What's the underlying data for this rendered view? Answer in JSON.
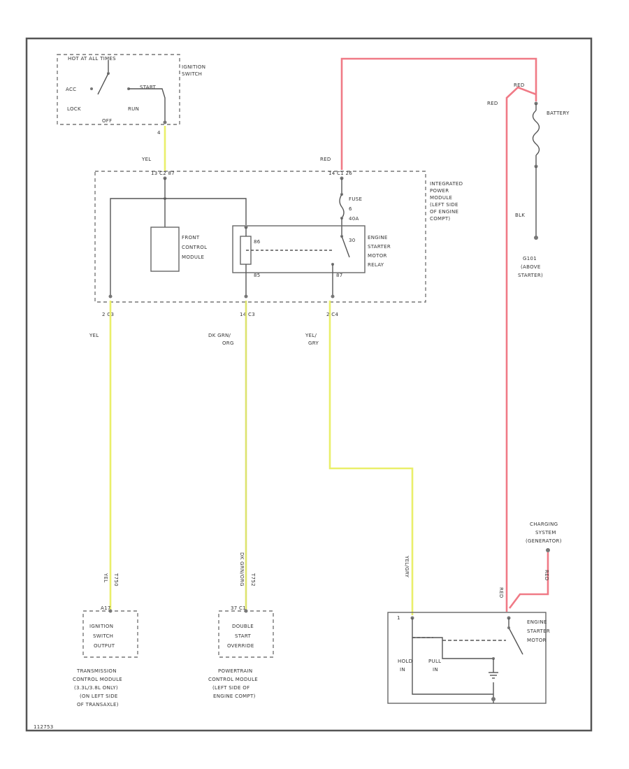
{
  "ignition_switch": {
    "title": "HOT AT ALL TIMES",
    "label": [
      "IGNITION",
      "SWITCH"
    ],
    "positions": {
      "acc": "ACC",
      "start": "START",
      "lock": "LOCK",
      "run": "RUN",
      "off": "OFF"
    },
    "pin": "4"
  },
  "battery": {
    "label": "BATTERY"
  },
  "ground_g101": {
    "label": [
      "G101",
      "(ABOVE",
      "STARTER)"
    ]
  },
  "ipm": {
    "label": [
      "INTEGRATED",
      "POWER",
      "MODULE",
      "(LEFT SIDE",
      "OF ENGINE",
      "COMPT)"
    ]
  },
  "fcm": {
    "label": [
      "FRONT",
      "CONTROL",
      "MODULE"
    ]
  },
  "fuse": {
    "label": [
      "FUSE",
      "6",
      "40A"
    ]
  },
  "starter_relay": {
    "label": [
      "ENGINE",
      "STARTER",
      "MOTOR",
      "RELAY"
    ]
  },
  "connectors": {
    "c2_top": "13 C2 87",
    "c1_top": "14 C1 26",
    "c3_left": "2 C3",
    "c3_mid": "14 C3",
    "c4": "2 C4",
    "relay_86": "86",
    "relay_87": "87",
    "relay_30": "30",
    "relay_85": "85",
    "relay_87_bottom": "87"
  },
  "wire_colors": {
    "ign_out": "YEL",
    "battery_feed": "RED",
    "battery_pos": "RED",
    "battery_red_left": "RED",
    "battery_gnd": "BLK",
    "tcm_feed": "YEL",
    "pcm_feed": [
      "DK GRN/",
      "ORG"
    ],
    "starter_feed": [
      "YEL/",
      "GRY"
    ],
    "tcm_bottom": "YEL",
    "tcm_bottom_2": "T750",
    "pcm_bottom": "DK GRN/ORG",
    "pcm_bottom_2": "T752",
    "starter_bottom": "YEL/GRY",
    "red_bottom": "RED",
    "red_to_gen": "RED"
  },
  "tcm_box": {
    "pin": "A17",
    "label": [
      "IGNITION",
      "SWITCH",
      "OUTPUT"
    ]
  },
  "tcm_caption": [
    "TRANSMISSION",
    "CONTROL MODULE",
    "(3.3L/3.8L ONLY)",
    "(ON LEFT SIDE",
    "OF TRANSAXLE)"
  ],
  "pcm_box": {
    "pin": "37 C1",
    "label": [
      "DOUBLE",
      "START",
      "OVERRIDE"
    ]
  },
  "pcm_caption": [
    "POWERTRAIN",
    "CONTROL MODULE",
    "(LEFT SIDE OF",
    "ENGINE COMPT)"
  ],
  "generator": {
    "label": [
      "CHARGING",
      "SYSTEM",
      "(GENERATOR)"
    ]
  },
  "starter_motor": {
    "label": [
      "ENGINE",
      "STARTER",
      "MOTOR"
    ],
    "hold_in": [
      "HOLD",
      "IN"
    ],
    "pull_in": [
      "PULL",
      "IN"
    ],
    "pin": "1"
  },
  "footer": {
    "code": "112753"
  },
  "colors": {
    "yellow_wire": "#eaef6a",
    "red_wire": "#f07a86",
    "line": "#555555"
  }
}
